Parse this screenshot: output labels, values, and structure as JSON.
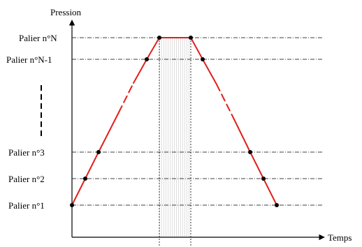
{
  "axes": {
    "y_label": "Pression",
    "x_label": "Temps"
  },
  "levels": [
    {
      "id": "n",
      "label": "Palier n°N"
    },
    {
      "id": "n1",
      "label": "Palier n°N-1"
    },
    {
      "id": "3",
      "label": "Palier n°3"
    },
    {
      "id": "2",
      "label": "Palier n°2"
    },
    {
      "id": "1",
      "label": "Palier n°1"
    }
  ],
  "colors": {
    "curve": "#e0201c",
    "axis": "#000000",
    "grid": "#000000",
    "hatch": "#bdbdbd"
  }
}
